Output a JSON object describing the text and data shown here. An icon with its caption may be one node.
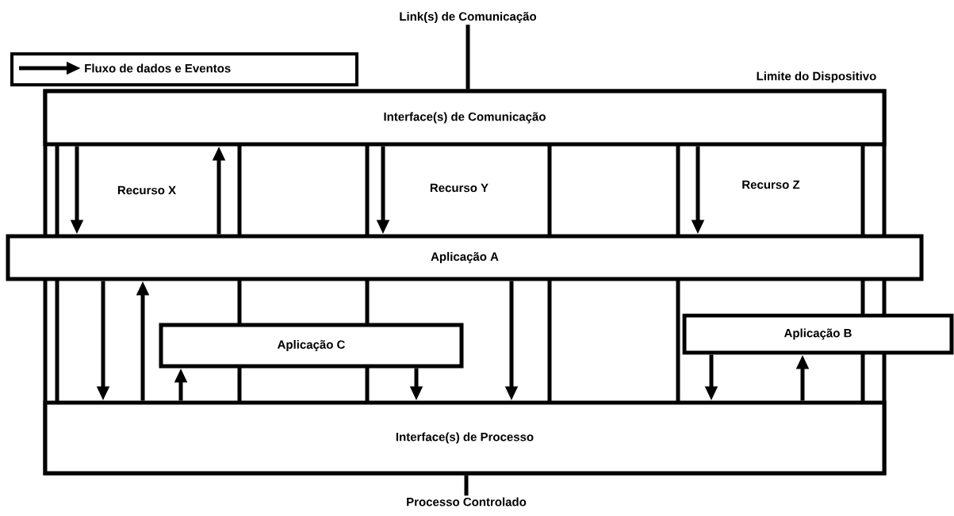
{
  "diagram": {
    "nodes": [
      {
        "text": [
          "Limite do Dispositivo"
        ]
      },
      {
        "text": [
          "Interface(s) de Comunicação"
        ],
        "in": 0
      },
      {
        "text": [
          "Recurso X"
        ],
        "in": 0
      },
      {
        "text": [
          "Recurso Y"
        ],
        "in": 0
      },
      {
        "text": [
          "Recurso Z"
        ],
        "in": 0
      },
      {
        "text": [
          "Aplicação A"
        ]
      },
      {
        "text": [
          "Aplicação C"
        ],
        "in": 0
      },
      {
        "text": [
          "Aplicação B"
        ]
      },
      {
        "text": [
          "Interface(s) de Processo"
        ],
        "in": 0
      },
      {
        "text": [
          "Link(s) de Comunicação"
        ]
      },
      {
        "text": [
          "Processo Controlado"
        ]
      }
    ],
    "edges": [
      {
        "from": 1,
        "to": 5,
        "arrow": "to"
      },
      {
        "from": 5,
        "to": 1,
        "arrow": "to"
      },
      {
        "from": 1,
        "to": 5,
        "arrow": "to"
      },
      {
        "from": 1,
        "to": 5,
        "arrow": "to"
      },
      {
        "from": 5,
        "to": 8,
        "arrow": "to"
      },
      {
        "from": 8,
        "to": 5,
        "arrow": "to"
      },
      {
        "from": 8,
        "to": 6,
        "arrow": "to"
      },
      {
        "from": 6,
        "to": 8,
        "arrow": "to"
      },
      {
        "from": 5,
        "to": 8,
        "arrow": "to"
      },
      {
        "from": 7,
        "to": 8,
        "arrow": "to"
      },
      {
        "from": 8,
        "to": 7,
        "arrow": "to"
      },
      {
        "from": 9,
        "to": 1,
        "arrow": "none"
      },
      {
        "from": 8,
        "to": 10,
        "arrow": "none"
      }
    ],
    "legend": [
      {
        "text": "Fluxo de dados e Eventos"
      }
    ]
  }
}
